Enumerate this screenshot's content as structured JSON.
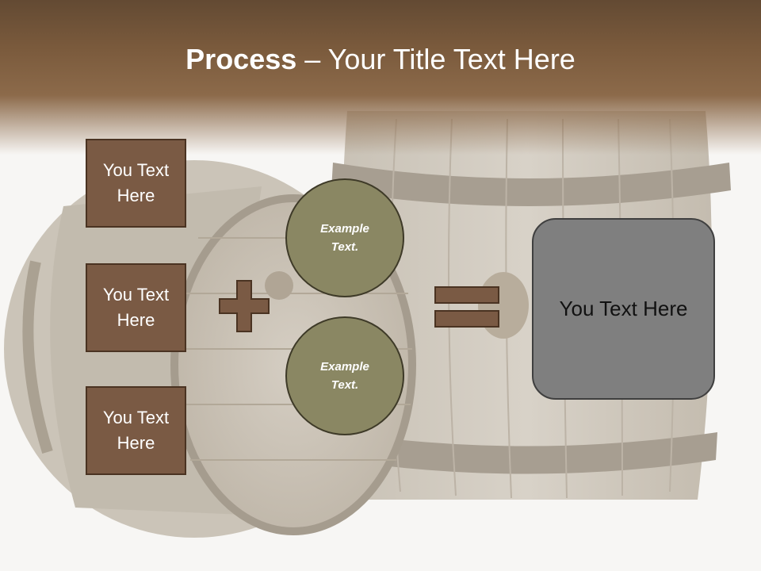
{
  "slide": {
    "title_bold": "Process",
    "title_rest": " – Your Title Text Here",
    "left_boxes": [
      "You Text Here",
      "You Text Here",
      "You Text Here"
    ],
    "circles": [
      "Example Text.",
      "Example Text."
    ],
    "result_box": "You Text Here"
  },
  "icons": {
    "plus": "plus-icon",
    "equals": "equals-icon"
  },
  "colors": {
    "header": "#7a5a3c",
    "box_fill": "#7a5a44",
    "circle_fill": "#8a8763",
    "result_fill": "#7f7f7f",
    "operator_fill": "#7a5a44"
  }
}
